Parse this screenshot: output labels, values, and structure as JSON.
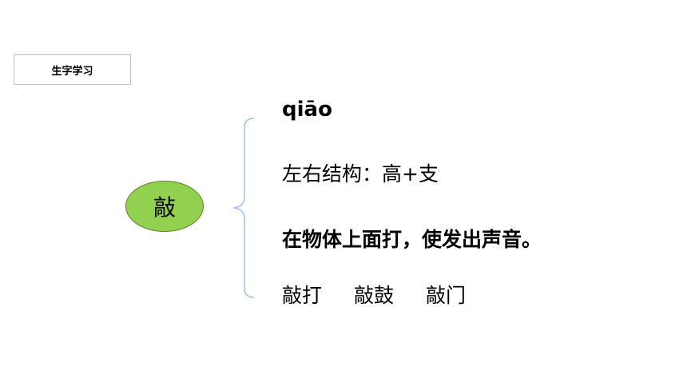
{
  "section": {
    "title": "生字学习"
  },
  "character": {
    "glyph": "敲",
    "fill": "#92d050"
  },
  "details": {
    "pinyin": "qiāo",
    "structure": "左右结构：高+支",
    "meaning": "在物体上面打，使发出声音。",
    "words": [
      "敲打",
      "敲鼓",
      "敲门"
    ]
  },
  "colors": {
    "brace": "#9dc3e6",
    "border": "#bfbfbf"
  }
}
